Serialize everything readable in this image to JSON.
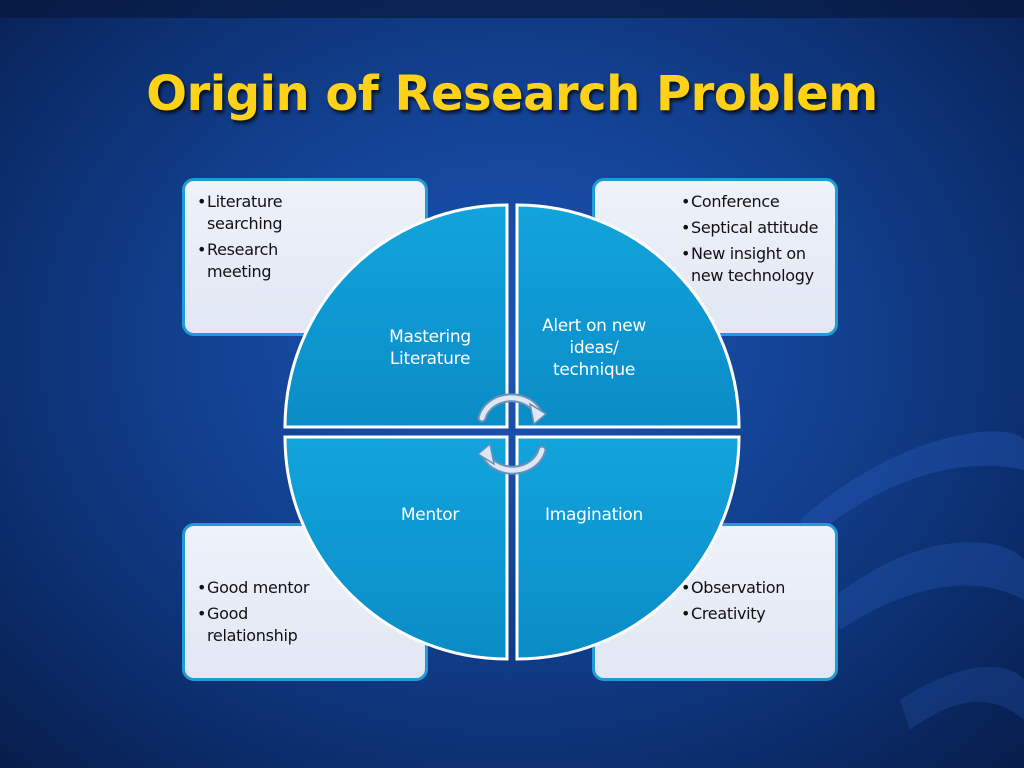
{
  "slide": {
    "title": "Origin of Research Problem"
  },
  "quadrants": {
    "top_left": {
      "label": "Mastering Literature",
      "bullets": [
        "Literature searching",
        "Research meeting"
      ]
    },
    "top_right": {
      "label": "Alert on new ideas/ technique",
      "bullets": [
        "Conference",
        "Septical attitude",
        "New insight on new technology"
      ]
    },
    "bottom_left": {
      "label": "Mentor",
      "bullets": [
        "Good mentor",
        "Good relationship"
      ]
    },
    "bottom_right": {
      "label": "Imagination",
      "bullets": [
        "Observation",
        "Creativity"
      ]
    }
  },
  "colors": {
    "background": "#12408f",
    "title": "#ffd21a",
    "segment_fill": "#0e9ad2",
    "box_border": "#1e9bd8",
    "box_fill": "#e8edf7"
  },
  "icons": {
    "center": "circular-arrows-icon"
  }
}
